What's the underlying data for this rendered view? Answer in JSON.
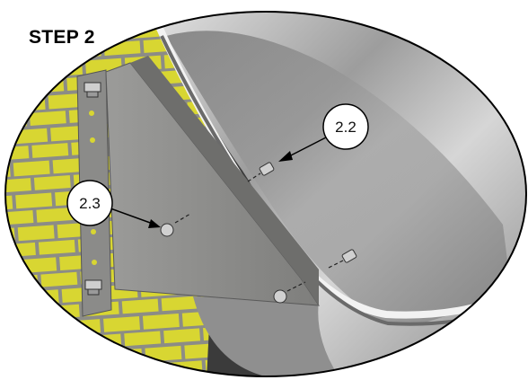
{
  "step_title": "STEP 2",
  "callouts": [
    {
      "id": "2.2",
      "label": "2.2"
    },
    {
      "id": "2.3",
      "label": "2.3"
    }
  ],
  "colors": {
    "wall_yellow": "#d8d632",
    "mortar_gray": "#8c8c86",
    "bracket_gray": "#8e8e8c",
    "tube_steel": "#b9b9b9",
    "outline": "#000000"
  },
  "icons": [
    "bolt-icon",
    "callout-arrow-icon"
  ]
}
